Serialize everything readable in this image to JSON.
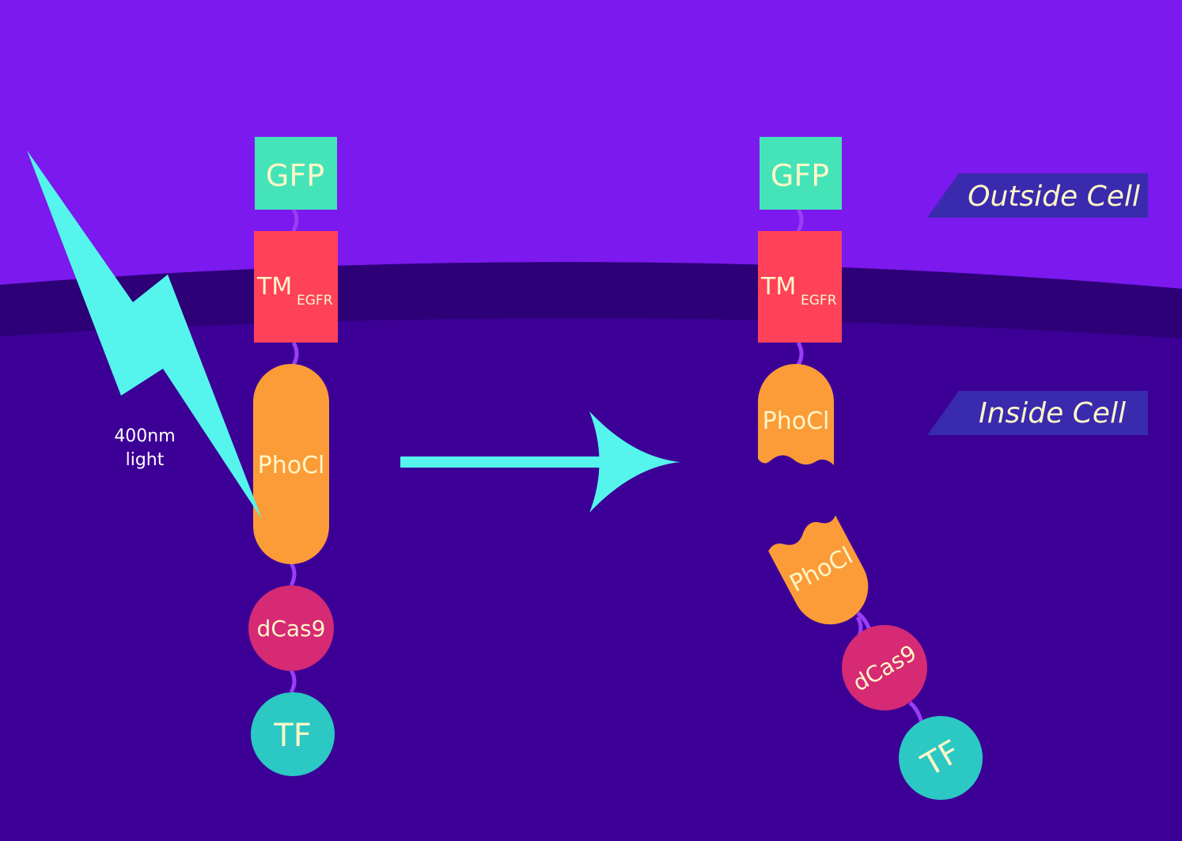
{
  "colors": {
    "outside": "#7b19ee",
    "membrane": "#2d0077",
    "inside": "#3c0096",
    "gfp": "#45e3b8",
    "tm": "#ff415a",
    "phocl": "#fb9c38",
    "dcas9": "#d62a74",
    "tf": "#2bc8c4",
    "linker": "#9a3df5",
    "light": "#55f5ee",
    "tag_bg": "#3a2aad",
    "text": "#fdf6c8"
  },
  "labels": {
    "outside_cell": "Outside Cell",
    "inside_cell": "Inside Cell",
    "light_line1": "400nm",
    "light_line2": "light"
  },
  "before": {
    "gfp": "GFP",
    "tm": "TM",
    "tm_sub": "EGFR",
    "phocl": "PhoCl",
    "dcas9": "dCas9",
    "tf": "TF"
  },
  "after": {
    "gfp": "GFP",
    "tm": "TM",
    "tm_sub": "EGFR",
    "phocl_top": "PhoCl",
    "phocl_bottom": "PhoCl",
    "dcas9": "dCas9",
    "tf": "TF"
  }
}
